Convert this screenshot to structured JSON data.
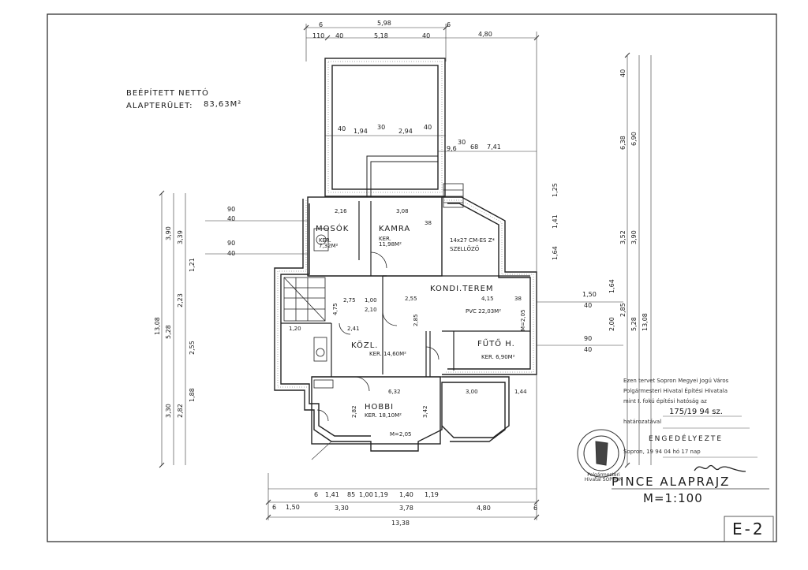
{
  "header": {
    "area_label_line1": "BEÉPÍTETT NETTÓ",
    "area_label_line2": "ALAPTERÜLET:",
    "area_value": "83,63M²"
  },
  "rooms": {
    "mosok": {
      "name": "MOSÓK",
      "area": "KER. 7,32M²"
    },
    "kamra": {
      "name": "KAMRA",
      "area": "KER. 11,98M²"
    },
    "kondi": {
      "name": "KONDI.TEREM",
      "area": "PVC 22,03M²"
    },
    "kozl": {
      "name": "KÖZL.",
      "area": "KER. 14,60M²"
    },
    "futo": {
      "name": "FŰTŐ H.",
      "area": "KER. 6,90M²"
    },
    "hobbi": {
      "name": "HOBBI",
      "area": "KER. 18,10M²"
    }
  },
  "notes": {
    "shelter": "14x27 CM-ES Z* SZELLŐZŐ",
    "m205_a": "M=2,05",
    "m205_b": "M=2,05"
  },
  "dims_top": [
    "6",
    "5,98",
    "6",
    "110",
    "40",
    "5,18",
    "40",
    "4,80"
  ],
  "dims_inner": [
    "40",
    "1,94",
    "30",
    "2,94",
    "40",
    "9,6",
    "30",
    "68",
    "7,41"
  ],
  "dims_bottom_row1": [
    "6",
    "1,41",
    "85",
    "1,00",
    "1,19",
    "1,40",
    "1,19"
  ],
  "dims_bottom_row2": [
    "6",
    "1,50",
    "3,30",
    "3,78",
    "4,80",
    "6"
  ],
  "dims_bottom_total": "13,38",
  "dims_left": [
    "90",
    "40",
    "90",
    "40",
    "3,90",
    "3,39",
    "1,21",
    "2,23",
    "2,55",
    "5,28",
    "13,08",
    "3,30",
    "2,82",
    "1,88"
  ],
  "dims_right": [
    "40",
    "6,38",
    "6,90",
    "1,25",
    "1,41",
    "1,64",
    "3,52",
    "3,90",
    "1,64",
    "2,85",
    "2,00",
    "5,28",
    "13,08",
    "1,50",
    "40",
    "90",
    "40"
  ],
  "room_dims": [
    "2,16",
    "3,08",
    "38",
    "2,10",
    "2,75",
    "1,00",
    "2,55",
    "4,15",
    "38",
    "2,41",
    "1,20",
    "6,32",
    "3,00",
    "1,44",
    "2,82",
    "3,42",
    "4,75",
    "2,85"
  ],
  "stamp": {
    "text_line1": "Ezen tervet Sopron Megyei Jogú Város",
    "text_line2": "Polgármesteri Hivatal Építési Hivatala",
    "text_line3": "mint I. fokú építési hatóság az",
    "ref": "175/19 94 sz.",
    "text_line4": "határozatával",
    "approved": "ENGEDÉLYEZTE",
    "date": "Sopron, 19 94 04 hó 17 nap",
    "seal_text": "Polgármesteri Hivatal SOPRON"
  },
  "footer": {
    "title": "PINCE ALAPRAJZ",
    "scale": "M=1:100",
    "sheet_no": "E-2"
  }
}
